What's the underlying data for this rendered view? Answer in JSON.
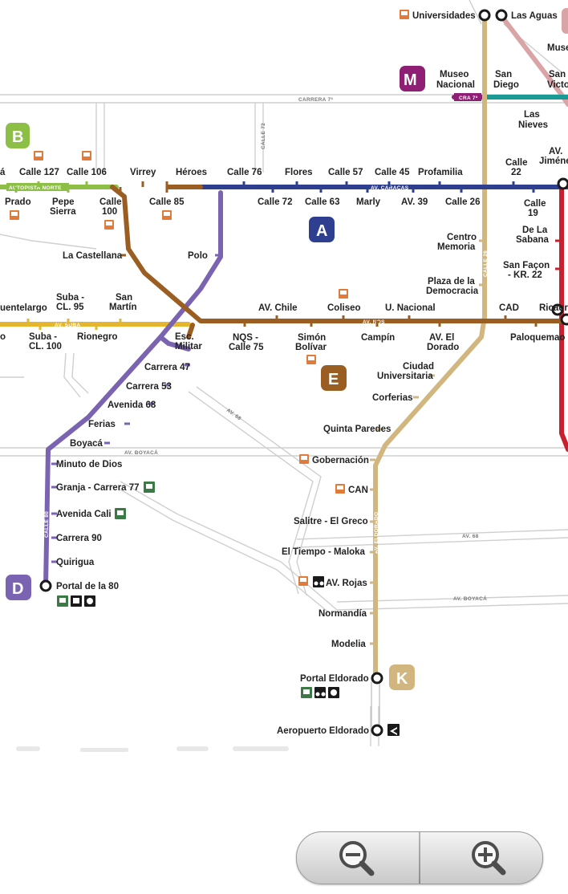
{
  "streets": {
    "carrera7": "CARRERA 7ª",
    "calle72": "CALLE 72",
    "autopista_norte": "AUTOPISTA NORTE",
    "av_caracas": "AV. CARACAS",
    "av_suba": "AV. SUBA",
    "av_nqs": "AV. NQS",
    "calle26": "CALLE 26",
    "calle80": "CALLE 80",
    "av68_a": "AV. 68",
    "av68_b": "AV. 68",
    "av_boyaca_a": "AV. BOYACÁ",
    "av_boyaca_b": "AV. BOYACÁ",
    "av_eldorado": "AV. ELDORADO",
    "cra7_bar": "CRA 7ª",
    "av_jimenez": "AV. JIMÉNEZ"
  },
  "line_badges": {
    "A": "A",
    "B": "B",
    "D": "D",
    "E": "E",
    "K": "K",
    "M": "M"
  },
  "colors": {
    "A": "#2e3f8f",
    "B": "#8dbf47",
    "D": "#7a63b0",
    "E": "#9b5e22",
    "K": "#d1b77f",
    "M": "#8e1f74",
    "F": "#e4b52f",
    "J": "#d9a4a6",
    "L": "#1a9a94",
    "H": "#c8202f",
    "feeder": "#e07b39",
    "sitp": "#3b7a45"
  },
  "stations": {
    "universidades": "Universidades",
    "las_aguas": "Las Aguas",
    "museo": "Muse",
    "museo_nacional_1": "Museo",
    "museo_nacional_2": "Nacional",
    "san_diego_1": "San",
    "san_diego_2": "Diego",
    "san_victo_1": "San",
    "san_victo_2": "Victo",
    "las_nieves_1": "Las",
    "las_nieves_2": "Nieves",
    "av_jimenez_1": "AV.",
    "av_jimenez_2": "Jiménez",
    "calle_22_1": "Calle",
    "calle_22_2": "22",
    "calle_19_1": "Calle",
    "calle_19_2": "19",
    "de_la_sabana_1": "De La",
    "de_la_sabana_2": "Sabana",
    "san_facon_1": "San Façon",
    "san_facon_2": "- KR. 22",
    "ricaurte": "Ricaurte",
    "calle_127_part": "á",
    "calle_127": "Calle 127",
    "calle_106": "Calle 106",
    "virrey": "Virrey",
    "heroes": "Héroes",
    "calle_76": "Calle 76",
    "flores": "Flores",
    "calle_57": "Calle 57",
    "calle_45": "Calle 45",
    "profamilia": "Profamilia",
    "prado": "Prado",
    "pepe_sierra_1": "Pepe",
    "pepe_sierra_2": "Sierra",
    "calle_100_1": "Calle",
    "calle_100_2": "100",
    "calle_85": "Calle 85",
    "calle_72": "Calle 72",
    "calle_63": "Calle 63",
    "marly": "Marly",
    "av_39": "AV. 39",
    "calle_26": "Calle 26",
    "la_castellana": "La Castellana",
    "polo": "Polo",
    "centro_memoria_1": "Centro",
    "centro_memoria_2": "Memoria",
    "plaza_democracia_1": "Plaza de la",
    "plaza_democracia_2": "Democracia",
    "puentelargo": "uentelargo",
    "suba_95_1": "Suba -",
    "suba_95_2": "CL. 95",
    "san_martin_1": "San",
    "san_martin_2": "Martín",
    "av_chile": "AV. Chile",
    "coliseo": "Coliseo",
    "u_nacional": "U. Nacional",
    "cad": "CAD",
    "suba_100_1": "Suba -",
    "suba_100_2": "CL. 100",
    "rionegro": "Rionegro",
    "esc_militar_1": "Esc.",
    "esc_militar_2": "Militar",
    "nqs_75_1": "NQS -",
    "nqs_75_2": "Calle 75",
    "simon_bolivar_1": "Simón",
    "simon_bolivar_2": "Bolívar",
    "campin": "Campín",
    "av_el_dorado_1": "AV. El",
    "av_el_dorado_2": "Dorado",
    "paloquemao": "Paloquemao",
    "ciudad_univ_1": "Ciudad",
    "ciudad_univ_2": "Universitaria",
    "corferias": "Corferias",
    "quinta_paredes": "Quinta Paredes",
    "gobernacion": "Gobernación",
    "can": "CAN",
    "salitre": "Salitre - El Greco",
    "el_tiempo": "El Tiempo - Maloka",
    "av_rojas": "AV. Rojas",
    "normandia": "Normandía",
    "modelia": "Modelia",
    "portal_eldorado": "Portal Eldorado",
    "aeropuerto": "Aeropuerto Eldorado",
    "carrera_47": "Carrera 47",
    "carrera_53": "Carrera 53",
    "avenida_68": "Avenida 68",
    "ferias": "Ferias",
    "boyaca": "Boyacá",
    "minuto_dios": "Minuto de Dios",
    "granja": "Granja - Carrera 77",
    "avenida_cali": "Avenida Cali",
    "carrera_90": "Carrera 90",
    "quirigua": "Quirigua",
    "portal_80": "Portal de la 80",
    "o_part": "o"
  },
  "zoom": {
    "out_icon": "zoom-out-icon",
    "in_icon": "zoom-in-icon"
  }
}
